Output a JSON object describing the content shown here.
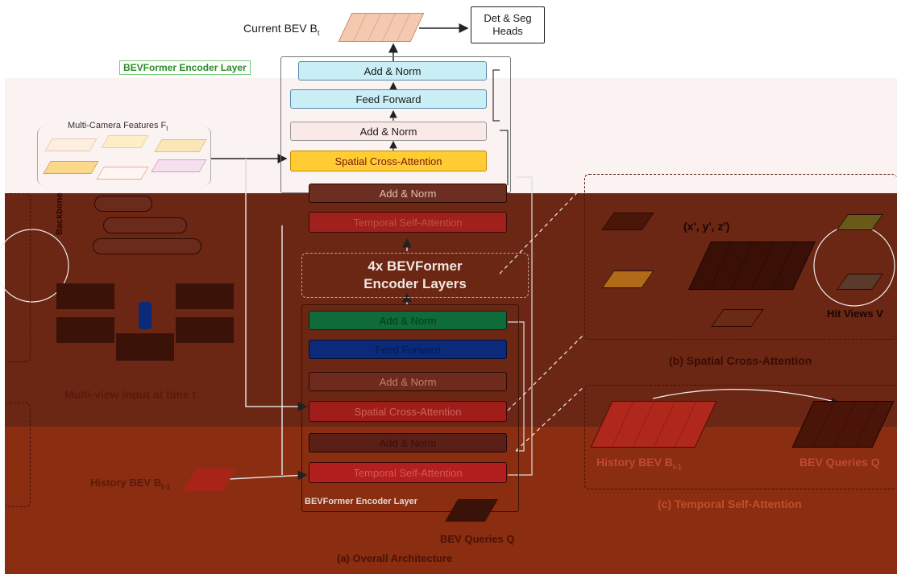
{
  "heads": {
    "current_bev": "Current BEV B",
    "current_bev_sub": "t",
    "det_seg": "Det & Seg Heads"
  },
  "top_layer": {
    "title": "BEVFormer Encoder Layer",
    "add_norm_top": "Add & Norm",
    "feed_forward": "Feed Forward",
    "add_norm_mid": "Add & Norm",
    "spatial_ca": "Spatial Cross-Attention",
    "add_norm_low": "Add & Norm",
    "temporal_sa": "Temporal Self-Attention"
  },
  "repeat_block": "4x BEVFormer Encoder Layers",
  "bottom_layer": {
    "title": "BEVFormer Encoder Layer",
    "add_norm_top": "Add & Norm",
    "feed_forward": "Feed Forward",
    "add_norm_mid": "Add & Norm",
    "spatial_ca": "Spatial Cross-Attention",
    "add_norm_low": "Add & Norm",
    "temporal_sa": "Temporal Self-Attention"
  },
  "left": {
    "camera_features": "Multi-Camera Features F",
    "camera_features_sub": "t",
    "backbone": "Backbone",
    "multiview_input": "Multi-view input at time t",
    "history_bev": "History BEV B",
    "history_bev_sub": "t-1",
    "bev_queries": "BEV Queries Q",
    "caption_a": "(a) Overall Architecture"
  },
  "right": {
    "coord": "(x', y', z')",
    "hit_views": "Hit Views V",
    "caption_b": "(b) Spatial Cross-Attention",
    "history_bev": "History BEV B",
    "history_bev_sub": "t-1",
    "bev_queries": "BEV Queries Q",
    "caption_c": "(c) Temporal Self-Attention"
  },
  "colors": {
    "add_norm_top": "#c9eef5",
    "feed_forward": "#c9eef5",
    "add_norm_mid": "#fbe9e7",
    "spatial_ca": "#ffcc33",
    "add_norm_low": "#6b2e20",
    "temporal_sa": "#a0201c",
    "bottom_add_norm_top": "#0f6b3a",
    "bottom_feed_forward": "#0b2a7a",
    "bottom_add_norm_mid": "#6e2a1c",
    "bottom_spatial_ca": "#a01e1a",
    "bottom_add_norm_low": "#5a2018",
    "bottom_temporal_sa": "#b31e1e",
    "lower_band": "#7a2a14",
    "bottom_band": "#8c2e10"
  }
}
